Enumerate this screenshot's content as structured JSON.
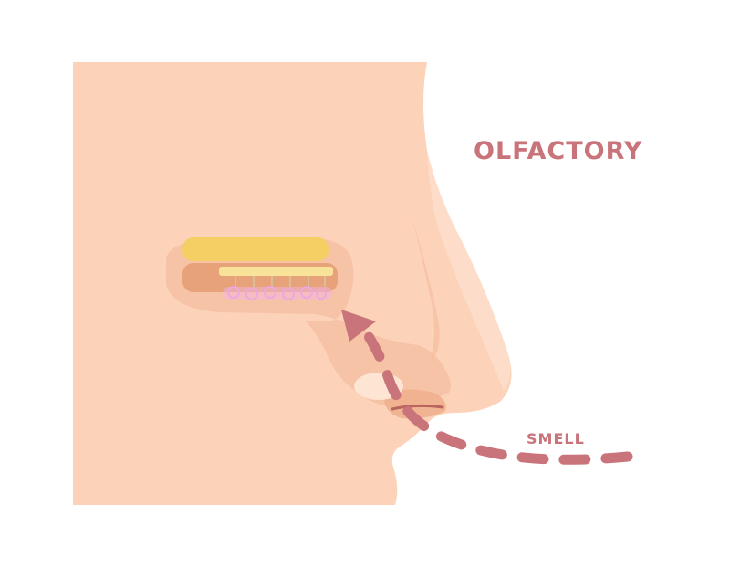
{
  "title": "OLFACTORY",
  "smell_label": "SMELL",
  "colors": {
    "skin": "#fcd2b8",
    "skin_shadow": "#f6bea0",
    "skin_highlight": "#fde4d3",
    "bone": "#f5cf63",
    "mucosa": "#e8a27a",
    "receptor": "#f9e39a",
    "nerve_cell": "#e79fd9",
    "accent": "#c9737a",
    "background": "#ffffff"
  },
  "icons": {
    "airflow": "dashed-curved-arrow",
    "olfactory_region": "olfactory-epithelium",
    "nostril": "nostril"
  }
}
